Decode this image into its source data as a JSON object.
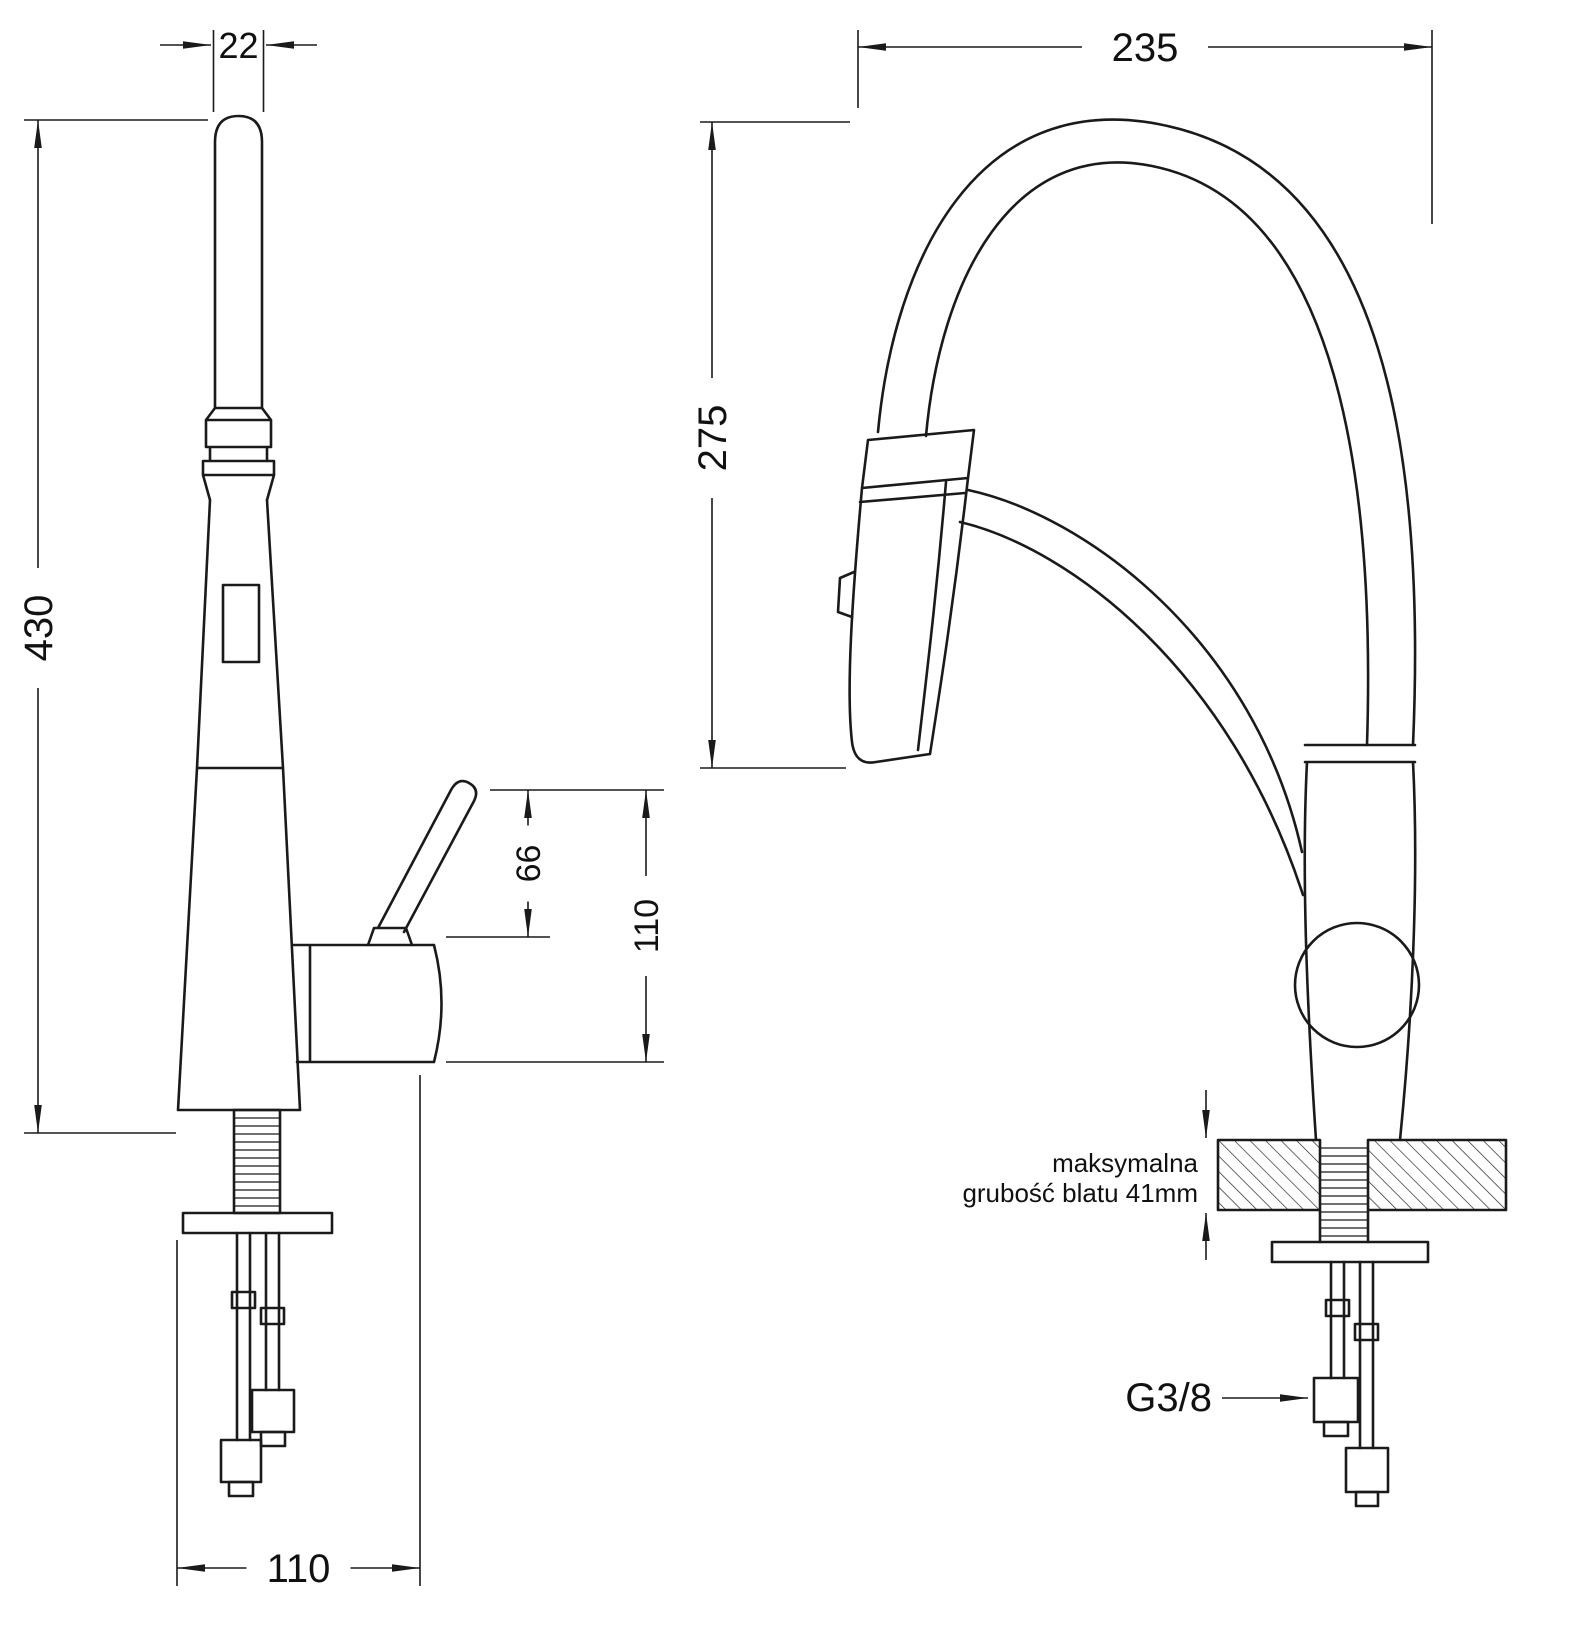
{
  "page": {
    "background": "#ffffff",
    "line_color": "#1a1a1a",
    "kind": "technical-drawing-kitchen-faucet"
  },
  "left_view": {
    "dims": {
      "top_width": "22",
      "total_height": "430",
      "lever_height": "66",
      "handle_height": "110",
      "base_width": "110"
    }
  },
  "right_view": {
    "dims": {
      "spout_reach": "235",
      "spout_height": "275"
    },
    "counter_note": {
      "line1": "maksymalna",
      "line2": "grubość blatu 41mm"
    },
    "thread_label": "G3/8"
  }
}
